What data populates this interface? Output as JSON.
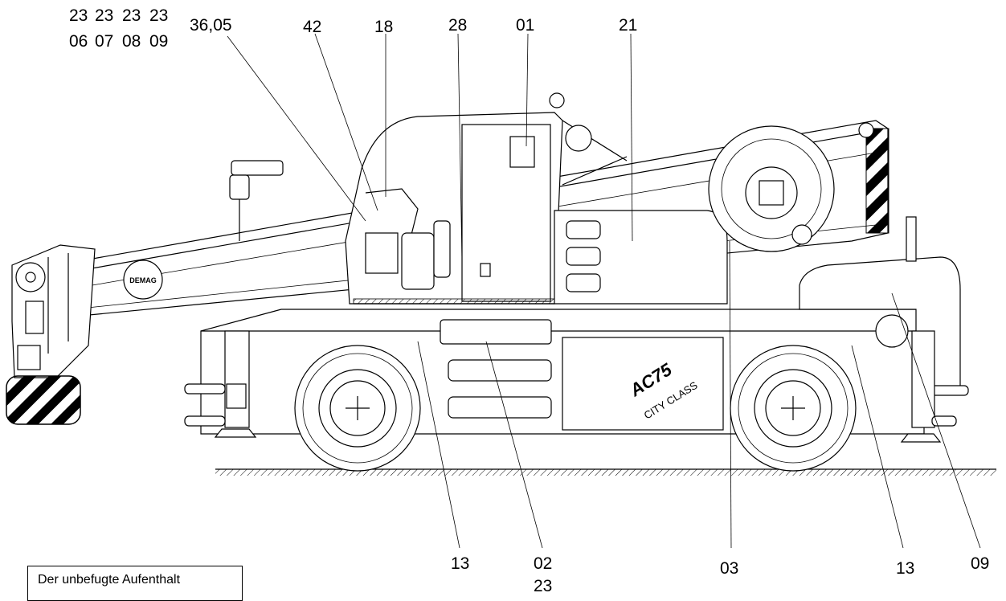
{
  "labels": {
    "l2306": [
      "23",
      "06"
    ],
    "l2307": [
      "23",
      "07"
    ],
    "l2308": [
      "23",
      "08"
    ],
    "l2309": [
      "23",
      "09"
    ],
    "l3605": "36,05",
    "l42": "42",
    "l18": "18",
    "l28": "28",
    "l01": "01",
    "l21": "21",
    "l13a": "13",
    "l0223": [
      "02",
      "23"
    ],
    "l03": "03",
    "l13b": "13",
    "l09": "09"
  },
  "side_markings": {
    "model": "AC75",
    "series": "CITY CLASS",
    "brand": "DEMAG"
  },
  "notice": {
    "text": "Der unbefugte Aufenthalt"
  }
}
